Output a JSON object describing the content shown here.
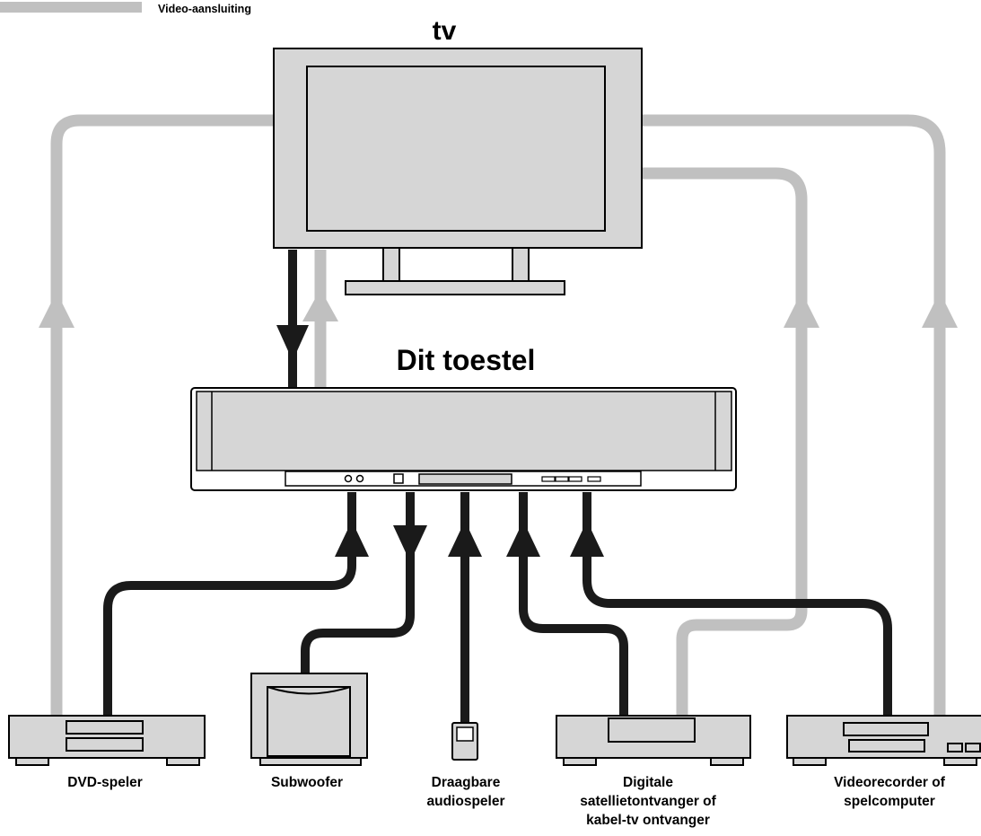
{
  "legend": {
    "video_label": "Video-aansluiting"
  },
  "titles": {
    "tv": "tv",
    "unit": "Dit toestel"
  },
  "devices": {
    "dvd": [
      "DVD-speler"
    ],
    "subwoofer": [
      "Subwoofer"
    ],
    "portable": [
      "Draagbare",
      "audiospeler"
    ],
    "satellite": [
      "Digitale",
      "satellietontvanger of",
      "kabel-tv ontvanger"
    ],
    "vcr": [
      "Videorecorder of",
      "spelcomputer"
    ]
  },
  "colors": {
    "video_cable": "#c0c0c0",
    "audio_cable": "#1a1a1a",
    "device_fill": "#d6d6d6",
    "outline": "#000000"
  }
}
